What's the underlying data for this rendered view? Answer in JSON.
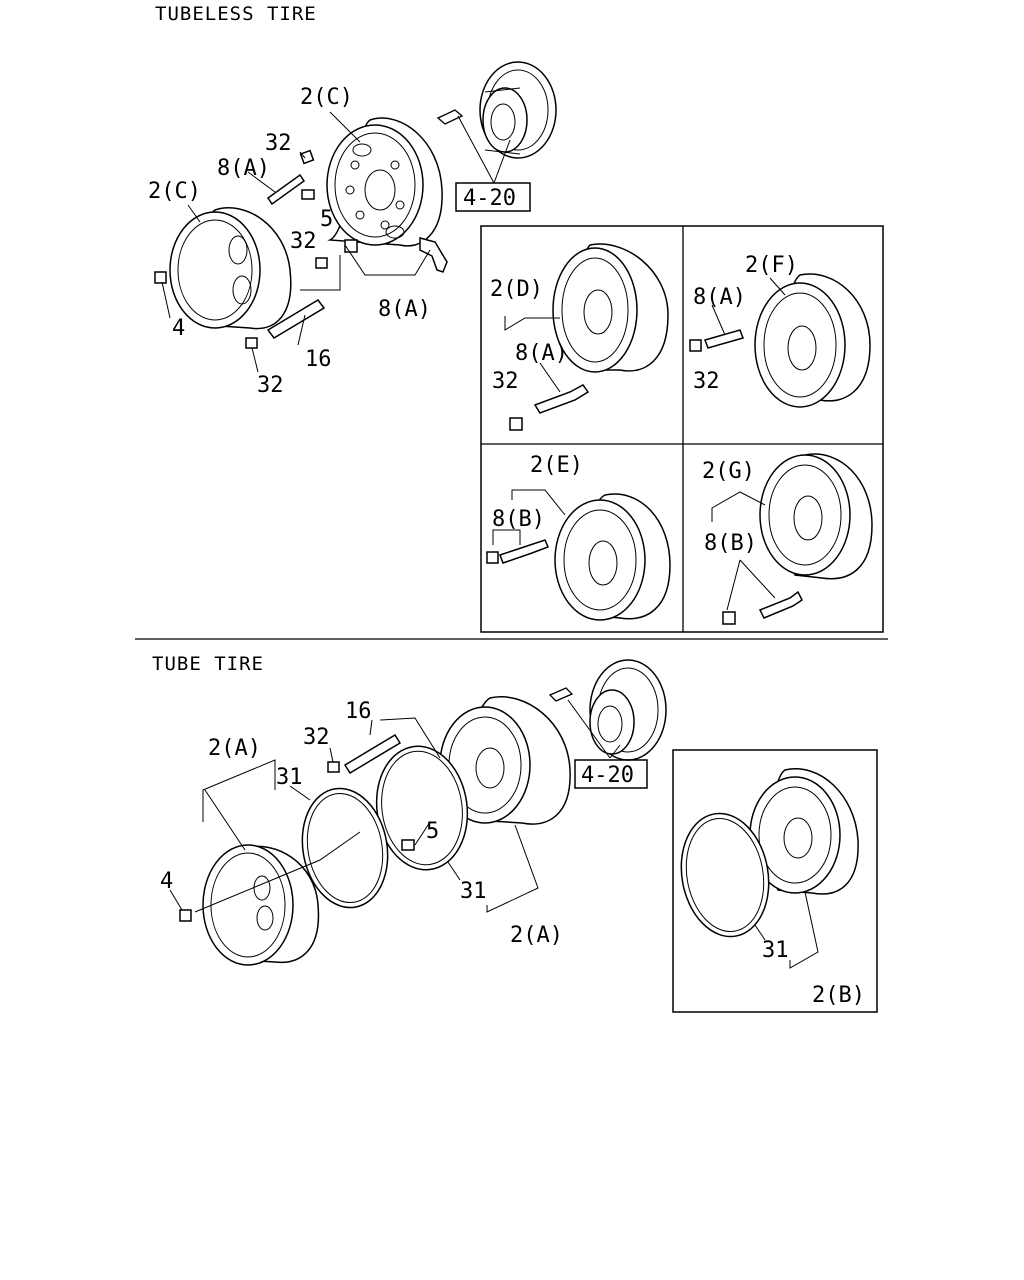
{
  "sections": {
    "tubeless_title": "TUBELESS TIRE",
    "tube_title": "TUBE TIRE"
  },
  "ref_labels": {
    "brake_drum_ref": "4-20",
    "brake_drum_ref_tube": "4-20"
  },
  "labels": {
    "wheel_2c_top": "2(C)",
    "wheel_2c_left": "2(C)",
    "nut_32_a": "32",
    "valve_8a_top": "8(A)",
    "stud_5": "5",
    "nut_32_b": "32",
    "valve_8a_bottom": "8(A)",
    "nut_4": "4",
    "extension_16": "16",
    "nut_32_c": "32",
    "wheel_2d": "2(D)",
    "valve_8a_d": "8(A)",
    "cap_32_d": "32",
    "wheel_2f": "2(F)",
    "valve_8a_f": "8(A)",
    "cap_32_f": "32",
    "wheel_2e": "2(E)",
    "valve_8b_e": "8(B)",
    "wheel_2g": "2(G)",
    "valve_8b_g": "8(B)",
    "tube_16": "16",
    "tube_32": "32",
    "tube_2a_top": "2(A)",
    "tube_31_top": "31",
    "tube_5": "5",
    "tube_4": "4",
    "tube_31_bottom": "31",
    "tube_2a_bottom": "2(A)",
    "tube_31_inset": "31",
    "tube_2b": "2(B)"
  }
}
